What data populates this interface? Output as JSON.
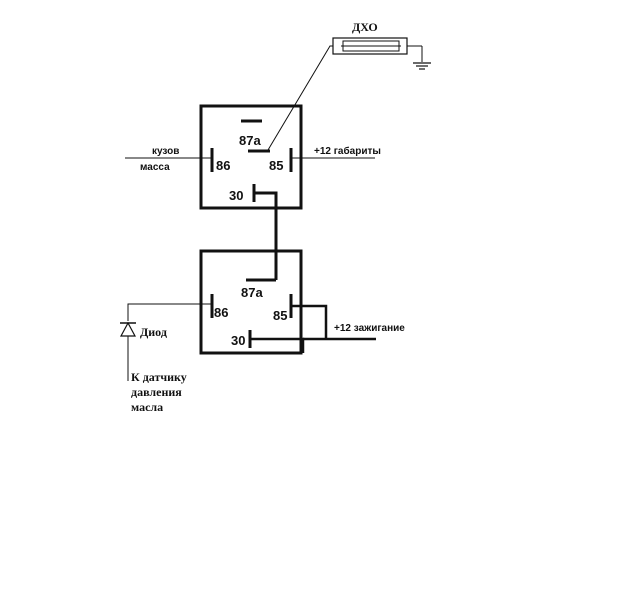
{
  "diagram": {
    "drl_label": "ДХО",
    "relay1": {
      "pins": {
        "p87a": "87a",
        "p86": "86",
        "p85": "85",
        "p30": "30"
      },
      "left_label_1": "кузов",
      "left_label_2": "масса",
      "right_label": "+12 габариты"
    },
    "relay2": {
      "pins": {
        "p87a": "87a",
        "p86": "86",
        "p85": "85",
        "p30": "30"
      },
      "right_label": "+12 зажигание"
    },
    "diode_label": "Диод",
    "sensor_label_1": "К датчику",
    "sensor_label_2": "давления",
    "sensor_label_3": "масла"
  },
  "colors": {
    "ink": "#111111",
    "background": "#ffffff"
  }
}
